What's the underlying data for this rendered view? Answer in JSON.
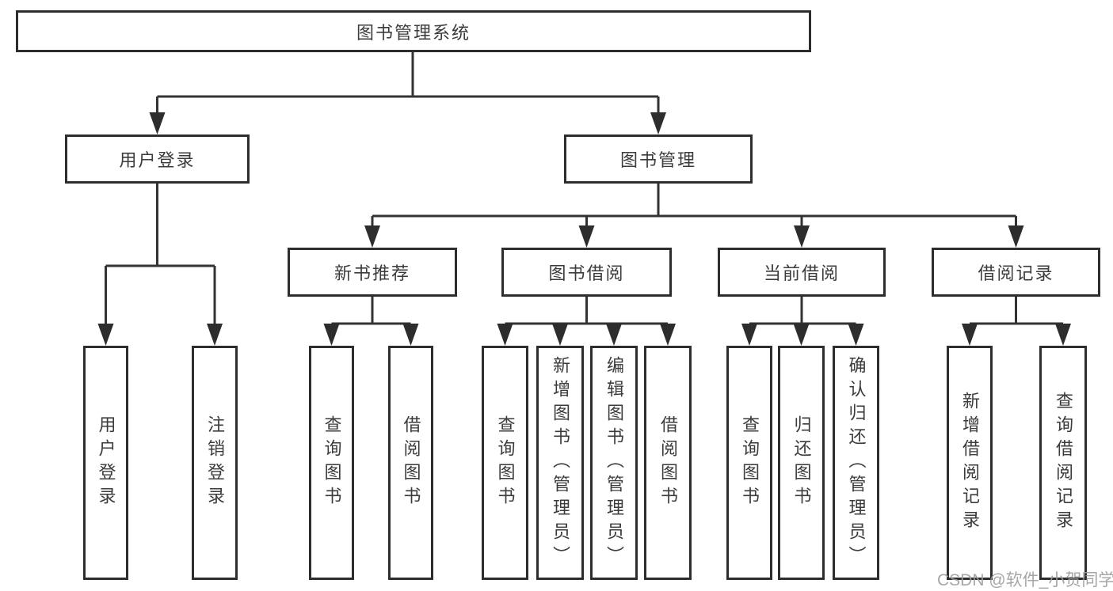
{
  "tree": {
    "label": "图书管理系统",
    "children": [
      {
        "label": "用户登录",
        "children": [
          {
            "label": "用户登录"
          },
          {
            "label": "注销登录"
          }
        ]
      },
      {
        "label": "图书管理",
        "children": [
          {
            "label": "新书推荐",
            "children": [
              {
                "label": "查询图书"
              },
              {
                "label": "借阅图书"
              }
            ]
          },
          {
            "label": "图书借阅",
            "children": [
              {
                "label": "查询图书"
              },
              {
                "label": "新增图书（管理员）"
              },
              {
                "label": "编辑图书（管理员）"
              },
              {
                "label": "借阅图书"
              }
            ]
          },
          {
            "label": "当前借阅",
            "children": [
              {
                "label": "查询图书"
              },
              {
                "label": "归还图书"
              },
              {
                "label": "确认归还（管理员）"
              }
            ]
          },
          {
            "label": "借阅记录",
            "children": [
              {
                "label": "新增借阅记录"
              },
              {
                "label": "查询借阅记录"
              }
            ]
          }
        ]
      }
    ]
  },
  "watermark": {
    "text": "CSDN @软件_小贺同学"
  },
  "colors": {
    "line": "#333333",
    "box_border": "#2d2d2d",
    "text": "#3b3b3b",
    "watermark": "#9d9d9d",
    "background": "#ffffff"
  }
}
